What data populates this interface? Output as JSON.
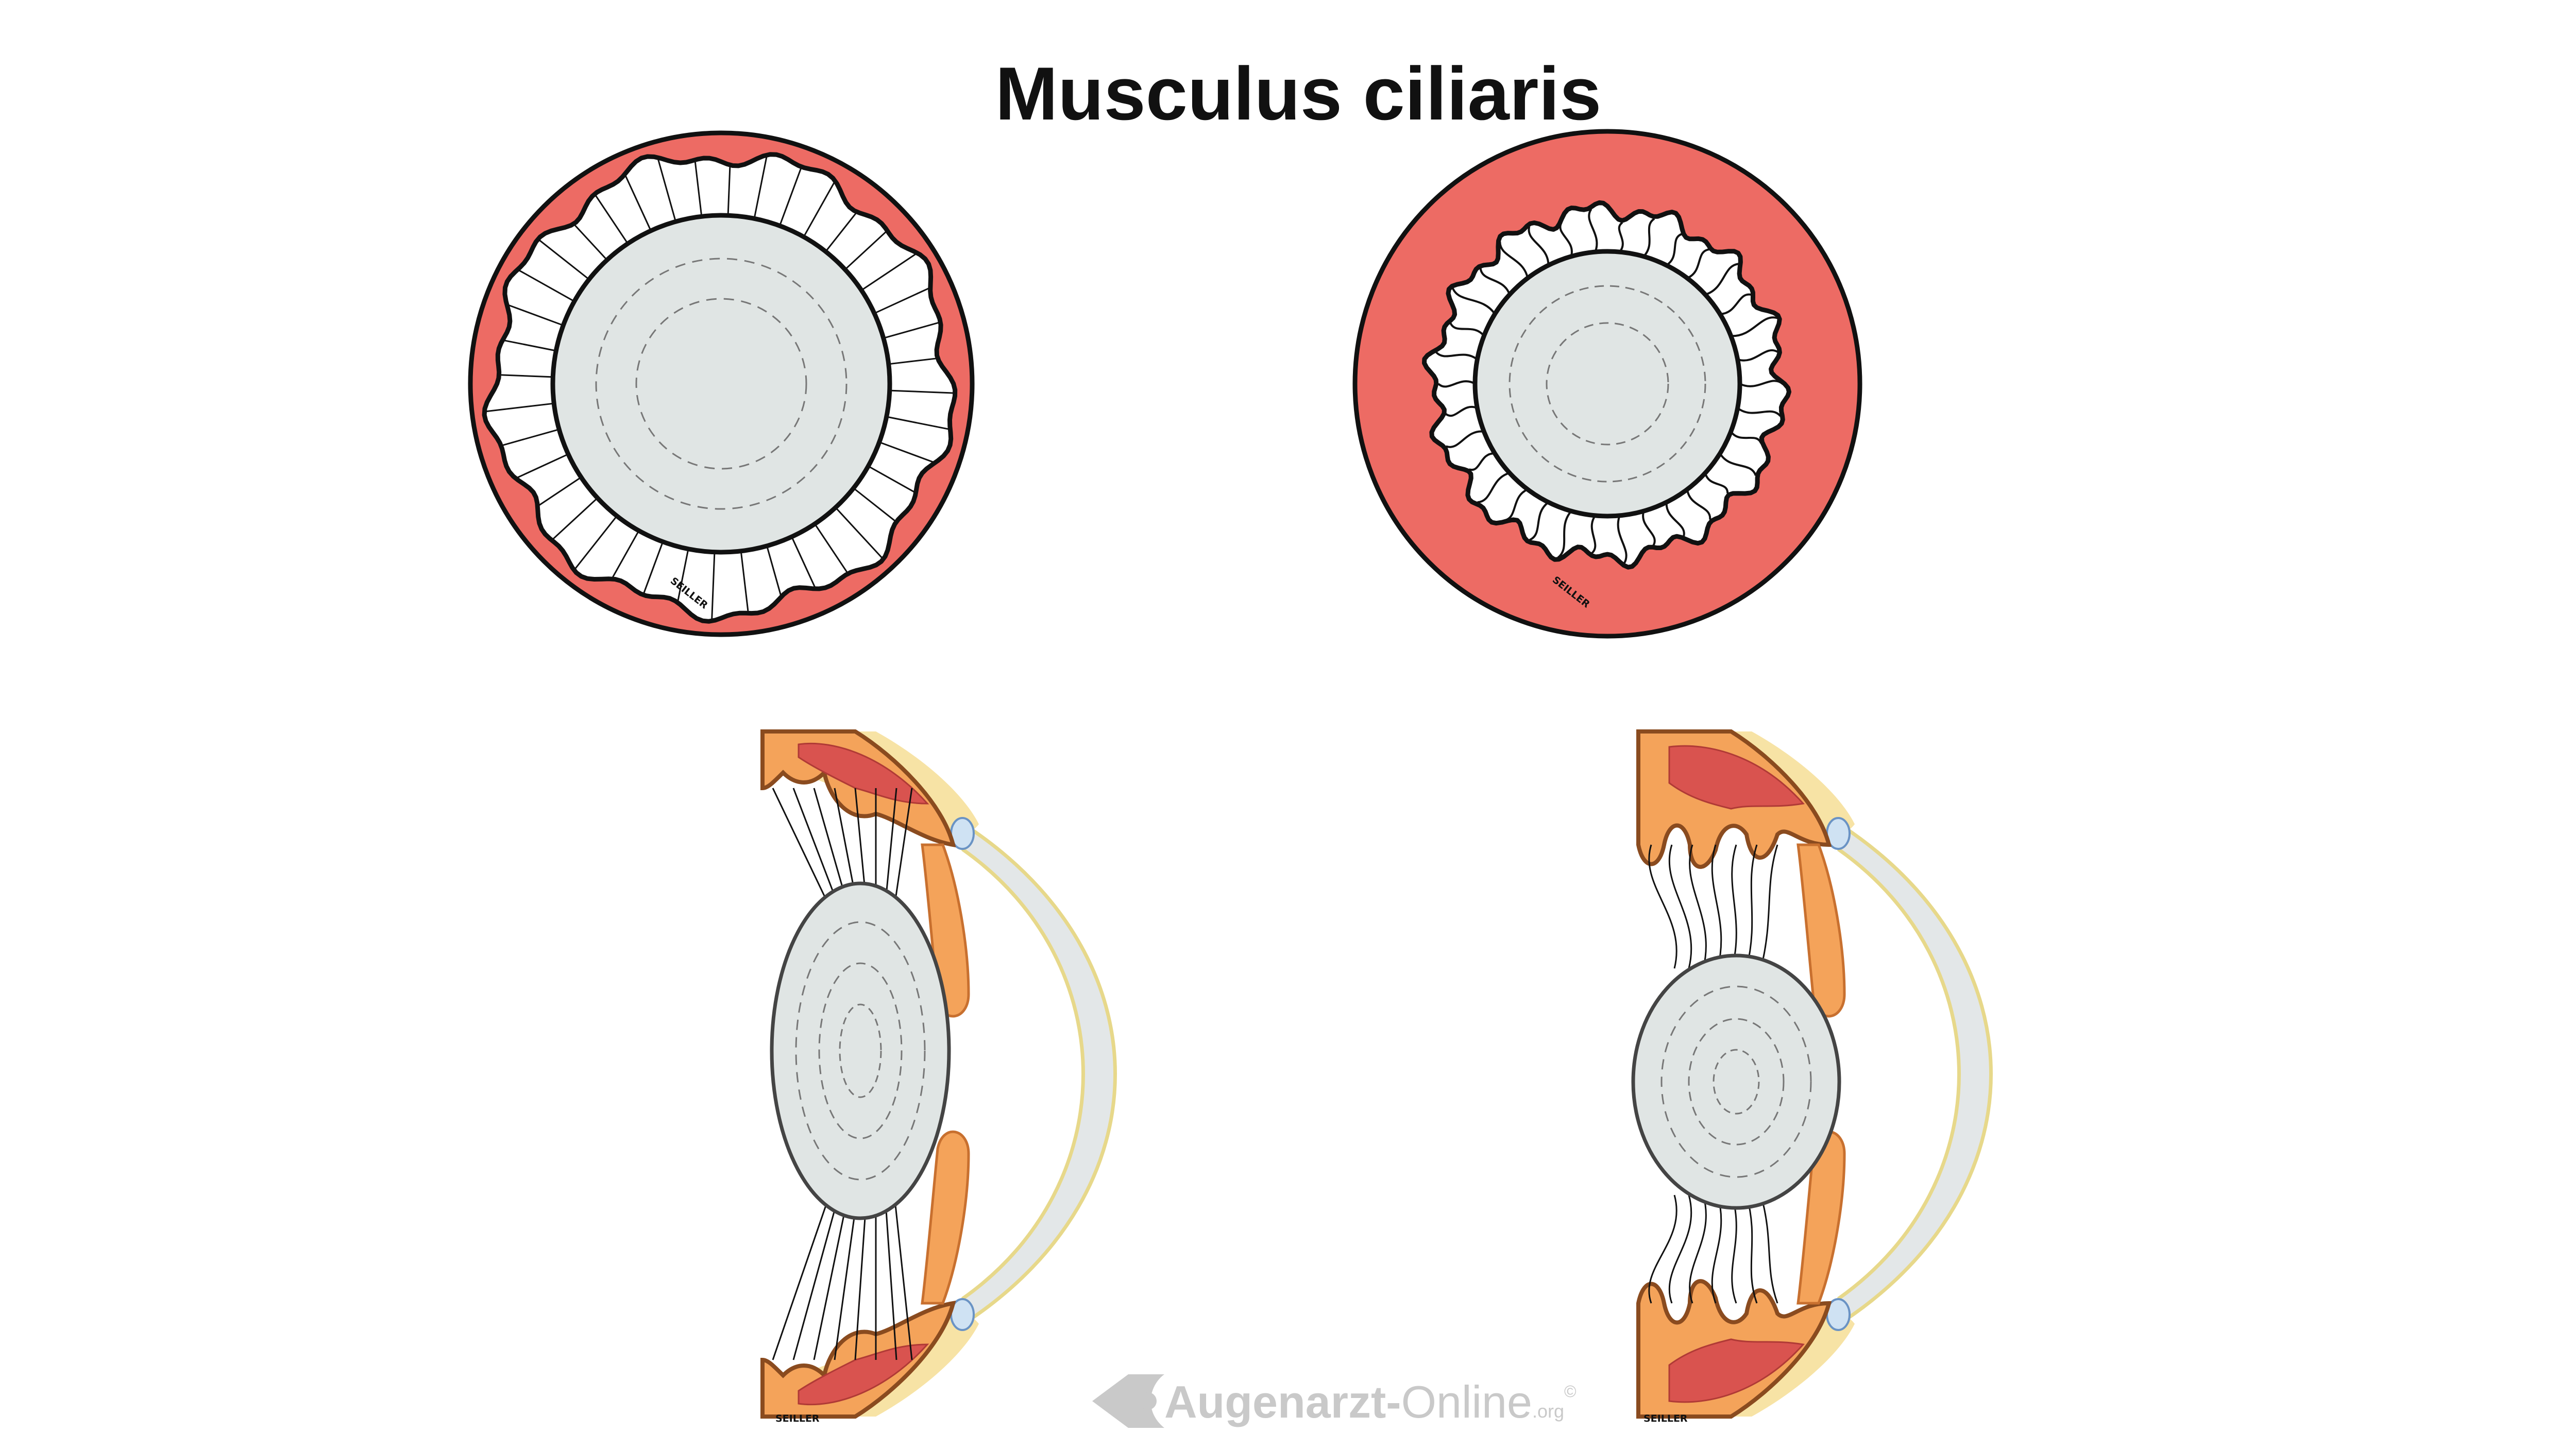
{
  "title": "Musculus ciliaris",
  "signature": "SEILLER",
  "watermark": {
    "brand_bold": "Augenarzt-",
    "brand_regular": "Online",
    "suffix": ".org",
    "copyright": "©"
  },
  "colors": {
    "muscle": "#ed6b64",
    "lens": "#e0e5e4",
    "outline": "#111111",
    "ciliary_body": "#f4a35a",
    "ciliary_tissue": "#d9534f",
    "sclera": "#f7e3a5",
    "cornea": "#e3e7e8",
    "fiber": "#ffffff",
    "watermark": "#c9c9c9"
  },
  "panels": [
    {
      "id": "front-view-relaxed",
      "view": "front",
      "muscle_state": "relaxed",
      "zonular_fibers": "taut",
      "lens_shape": "flat"
    },
    {
      "id": "front-view-contracted",
      "view": "front",
      "muscle_state": "contracted",
      "zonular_fibers": "slack",
      "lens_shape": "round"
    },
    {
      "id": "cross-section-relaxed",
      "view": "cross-section",
      "muscle_state": "relaxed",
      "zonular_fibers": "taut",
      "lens_shape": "flat"
    },
    {
      "id": "cross-section-contracted",
      "view": "cross-section",
      "muscle_state": "contracted",
      "zonular_fibers": "slack",
      "lens_shape": "round"
    }
  ]
}
